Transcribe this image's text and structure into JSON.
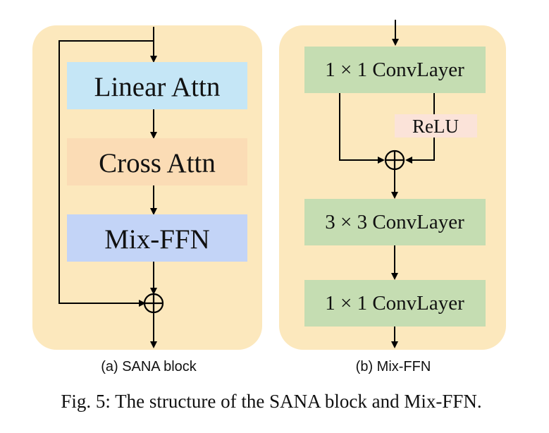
{
  "colors": {
    "panel_bg": "#fce8bd",
    "linear_attn": "#c5e6f6",
    "cross_attn": "#fbdcb5",
    "mix_ffn": "#c3d4f7",
    "conv": "#c5ddb2",
    "relu": "#fbe3d9",
    "line": "#000000",
    "text": "#111111"
  },
  "panel_a": {
    "caption": "(a) SANA block",
    "blocks": {
      "linear_attn": "Linear Attn",
      "cross_attn": "Cross Attn",
      "mix_ffn": "Mix-FFN"
    }
  },
  "panel_b": {
    "caption": "(b) Mix-FFN",
    "blocks": {
      "conv_top": "1 × 1 ConvLayer",
      "relu": "ReLU",
      "conv_mid": "3 × 3 ConvLayer",
      "conv_bottom": "1 × 1 ConvLayer"
    }
  },
  "figure_caption": "Fig. 5: The structure of the SANA block and Mix-FFN."
}
